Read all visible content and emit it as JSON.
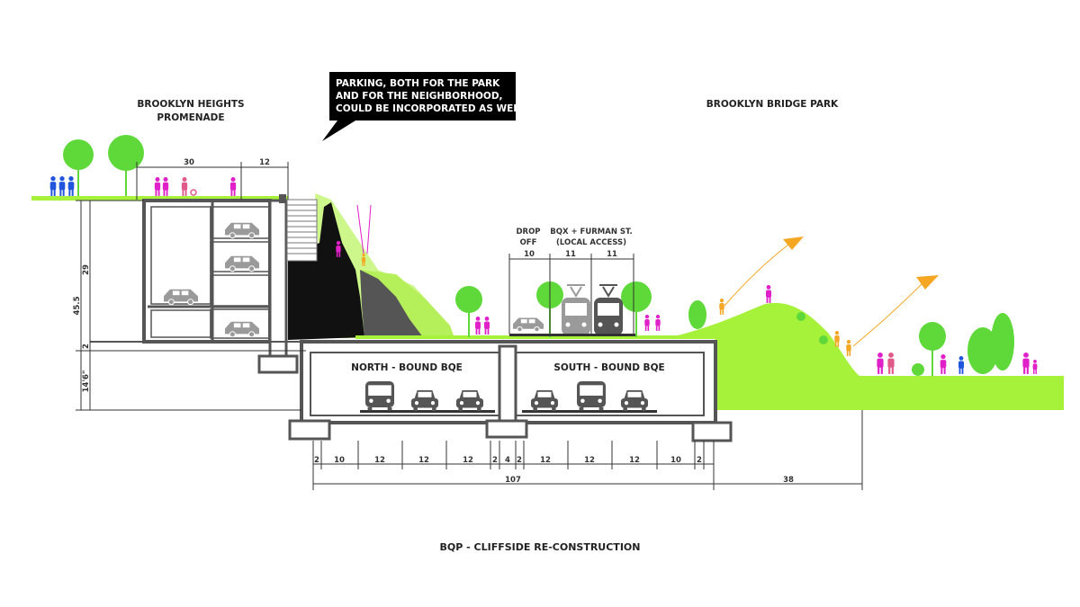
{
  "labels": {
    "promenade_line1": "BROOKLYN HEIGHTS",
    "promenade_line2": "PROMENADE",
    "park": "BROOKLYN BRIDGE PARK",
    "callout_line1": "PARKING, BOTH FOR THE PARK",
    "callout_line2": "AND FOR THE NEIGHBORHOOD,",
    "callout_line3": "COULD BE INCORPORATED AS WELL",
    "drop_off_line1": "DROP",
    "drop_off_line2": "OFF",
    "bqx_line1": "BQX + FURMAN ST.",
    "bqx_line2": "(LOCAL ACCESS)",
    "north_bound": "NORTH - BOUND BQE",
    "south_bound": "SOUTH - BOUND BQE",
    "caption": "BQP - CLIFFSIDE RE-CONSTRUCTION"
  },
  "dimensions": {
    "top": [
      "30",
      "12"
    ],
    "drop": [
      "10",
      "11",
      "11"
    ],
    "vertical": [
      "45.5",
      "29",
      "2",
      "14'6\""
    ],
    "bottom_lanes": [
      "2",
      "10",
      "12",
      "12",
      "12",
      "2",
      "4",
      "2",
      "12",
      "12",
      "12",
      "10",
      "2"
    ],
    "total": "107",
    "right": "38"
  },
  "colors": {
    "grass": "#a6f23a",
    "grass_light": "#cdf78a",
    "cliff": "#111111",
    "rock": "#555555",
    "structure": "#555555",
    "tree": "#5fd93a",
    "people_blue": "#2255dd",
    "people_magenta": "#e020c8",
    "people_orange": "#f5a623",
    "people_pink": "#e05a8a",
    "vehicle_gray": "#9a9a9a",
    "vehicle_dark": "#555555",
    "callout_bg": "#000000"
  }
}
